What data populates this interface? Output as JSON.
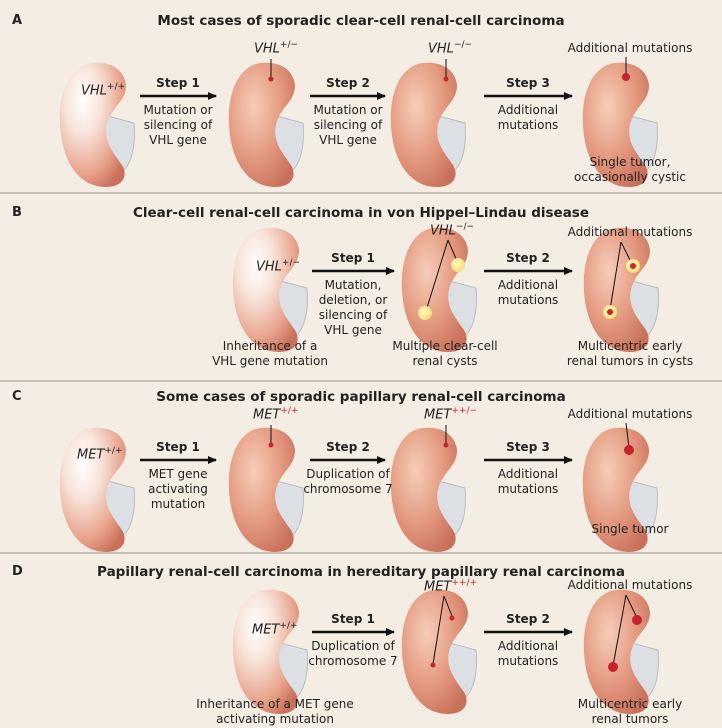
{
  "panels": [
    {
      "label": "A",
      "title": "Most cases of sporadic clear-cell renal-cell carcinoma",
      "steps": [
        {
          "name": "Step 1",
          "desc": [
            "Mutation or",
            "silencing of",
            "VHL gene"
          ]
        },
        {
          "name": "Step 2",
          "desc": [
            "Mutation or",
            "silencing of",
            "VHL gene"
          ]
        },
        {
          "name": "Step 3",
          "desc": [
            "Additional",
            "mutations"
          ]
        }
      ],
      "genotypes": [
        {
          "gene": "VHL",
          "sup": "+/+"
        },
        {
          "gene": "VHL",
          "sup": "+/−"
        },
        {
          "gene": "VHL",
          "sup": "−/−"
        }
      ],
      "annotations": {
        "top": "Additional mutations",
        "bottom": [
          "Single tumor,",
          "occasionally cystic"
        ]
      }
    },
    {
      "label": "B",
      "title": "Clear-cell renal-cell carcinoma in von Hippel–Lindau disease",
      "steps": [
        {
          "name": "Step 1",
          "desc": [
            "Mutation,",
            "deletion, or",
            "silencing of",
            "VHL gene"
          ]
        },
        {
          "name": "Step 2",
          "desc": [
            "Additional",
            "mutations"
          ]
        }
      ],
      "genotypes": [
        {
          "gene": "VHL",
          "sup": "+/−"
        },
        {
          "gene": "VHL",
          "sup": "−/−"
        }
      ],
      "annotations": {
        "inheritance": [
          "Inheritance of a",
          "VHL gene mutation"
        ],
        "cysts": [
          "Multiple clear-cell",
          "renal cysts"
        ],
        "top": "Additional mutations",
        "bottom": [
          "Multicentric early",
          "renal tumors in cysts"
        ]
      }
    },
    {
      "label": "C",
      "title": "Some cases of sporadic papillary renal-cell carcinoma",
      "steps": [
        {
          "name": "Step 1",
          "desc": [
            "MET gene",
            "activating",
            "mutation"
          ]
        },
        {
          "name": "Step 2",
          "desc": [
            "Duplication of",
            "chromosome 7"
          ]
        },
        {
          "name": "Step 3",
          "desc": [
            "Additional",
            "mutations"
          ]
        }
      ],
      "genotypes": [
        {
          "gene": "MET",
          "sup": "+/+"
        },
        {
          "gene": "MET",
          "sup": "+/+"
        },
        {
          "gene": "MET",
          "sup": "++/−"
        }
      ],
      "annotations": {
        "top": "Additional mutations",
        "bottom": [
          "Single tumor"
        ]
      }
    },
    {
      "label": "D",
      "title": "Papillary renal-cell carcinoma in hereditary papillary renal carcinoma",
      "steps": [
        {
          "name": "Step 1",
          "desc": [
            "Duplication of",
            "chromosome 7"
          ]
        },
        {
          "name": "Step 2",
          "desc": [
            "Additional",
            "mutations"
          ]
        }
      ],
      "genotypes": [
        {
          "gene": "MET",
          "sup": "+/+"
        },
        {
          "gene": "MET",
          "sup": "++/+"
        }
      ],
      "annotations": {
        "inheritance": [
          "Inheritance of a MET gene",
          "activating mutation"
        ],
        "top": "Additional mutations",
        "bottom": [
          "Multicentric early",
          "renal tumors"
        ]
      }
    }
  ]
}
